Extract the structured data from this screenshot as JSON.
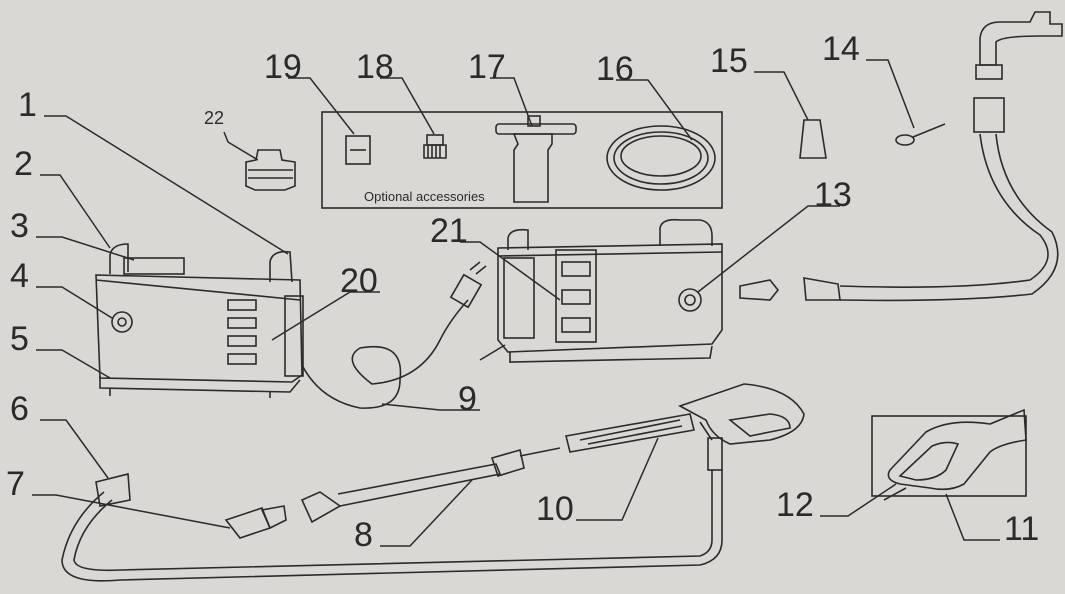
{
  "accessories_box_label": "Optional accessories",
  "callouts": [
    "1",
    "2",
    "3",
    "4",
    "5",
    "6",
    "7",
    "8",
    "9",
    "10",
    "11",
    "12",
    "13",
    "14",
    "15",
    "16",
    "17",
    "18",
    "19",
    "20",
    "21",
    "22"
  ],
  "colors": {
    "paper": "#d9d8d5",
    "ink": "#2b2b2b"
  }
}
